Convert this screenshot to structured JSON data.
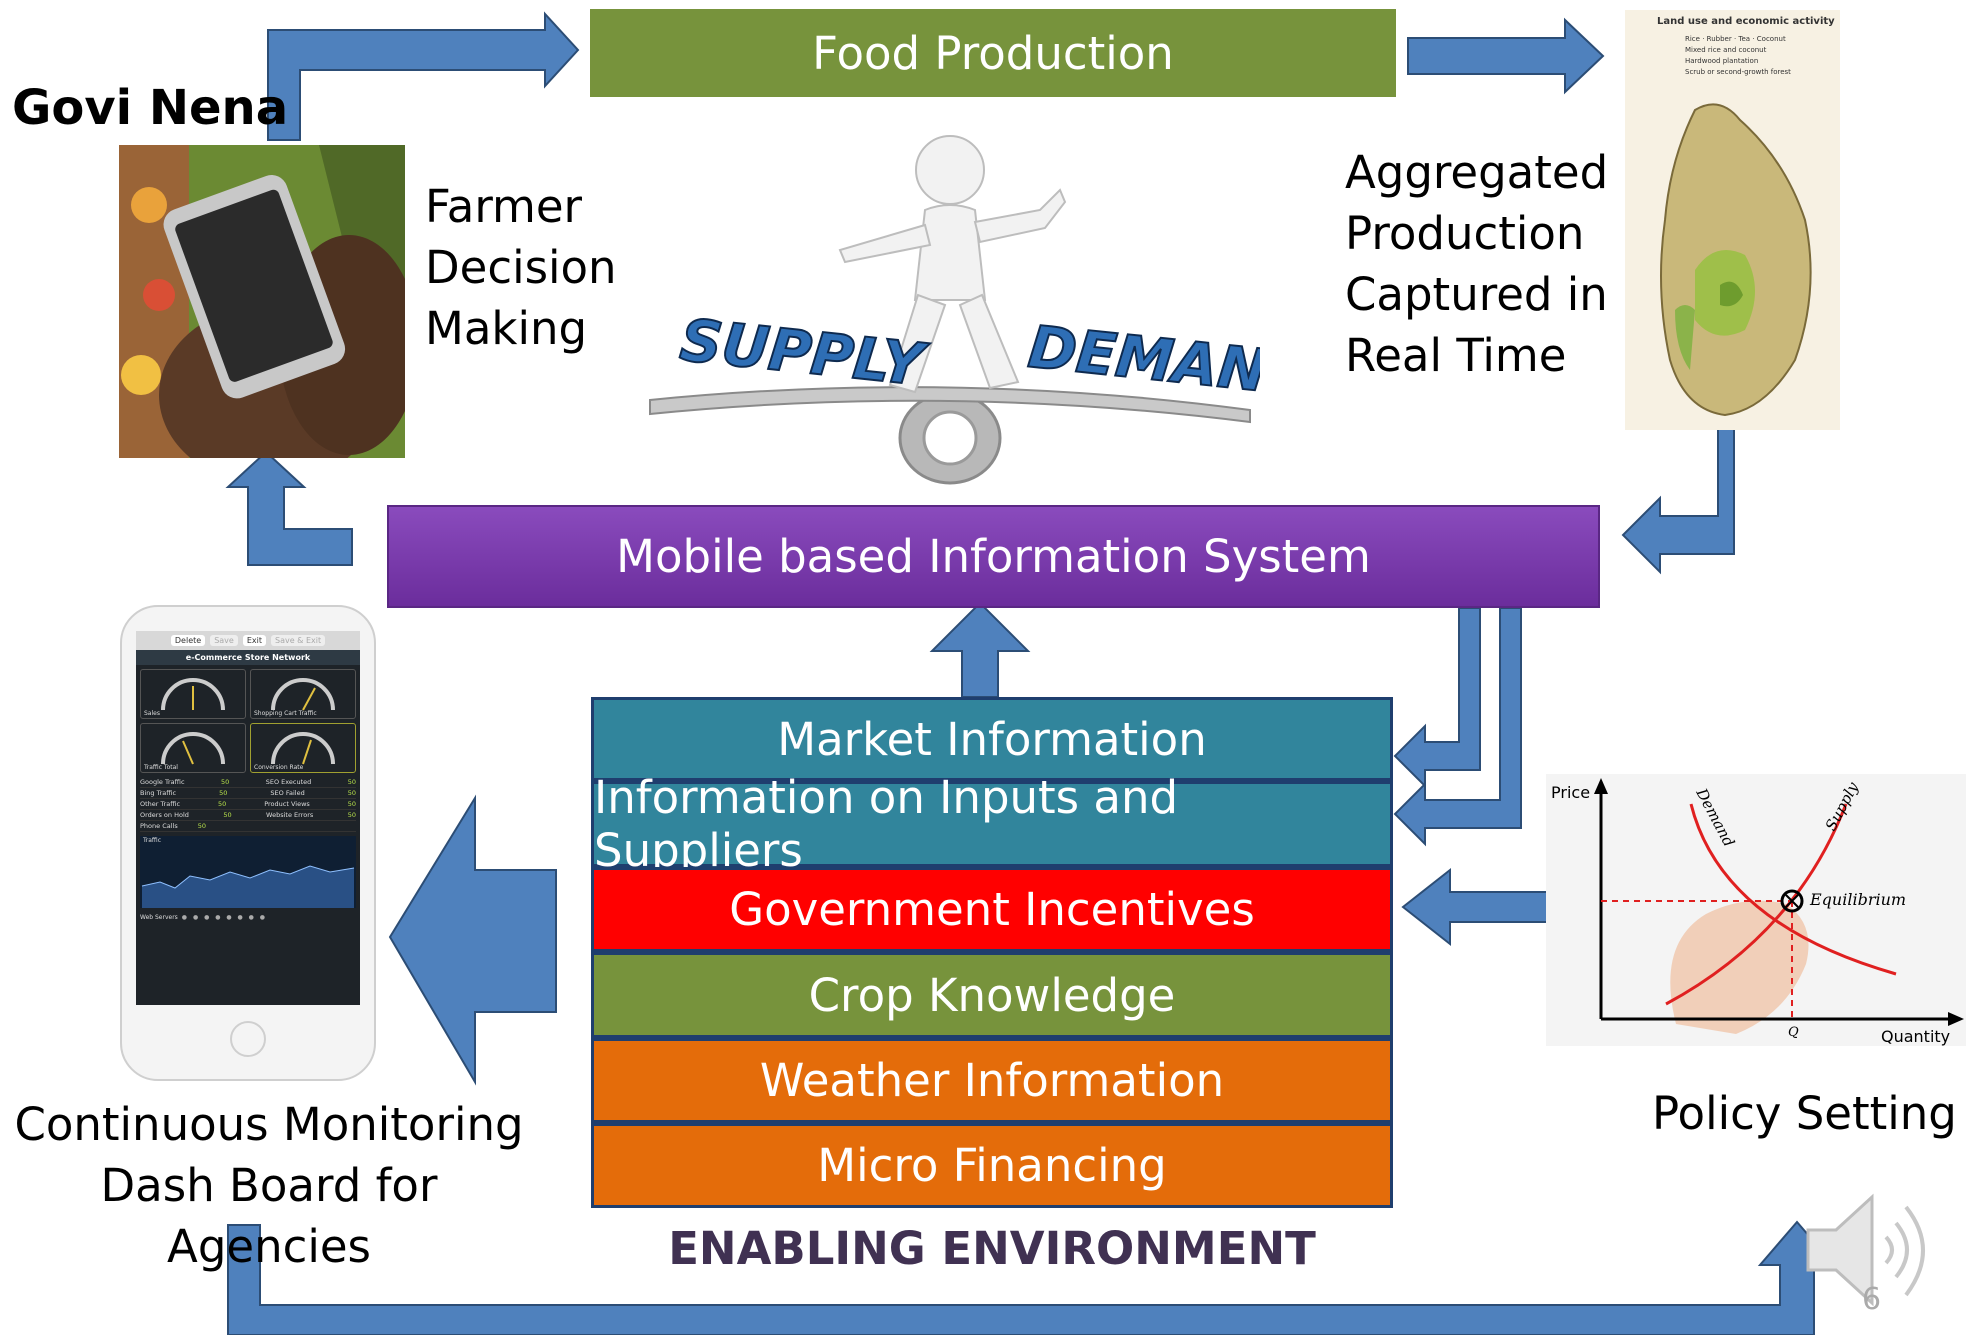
{
  "header": {
    "title": "Govi Nena"
  },
  "top_banner": {
    "label": "Food Production",
    "color": "#77933c"
  },
  "center_banner": {
    "label": "Mobile based Information System",
    "color": "#7030a0"
  },
  "labels": {
    "farmer": [
      "Farmer",
      "Decision",
      "Making"
    ],
    "aggregated": [
      "Aggregated",
      "Production",
      "Captured in",
      "Real Time"
    ],
    "monitoring": [
      "Continuous Monitoring",
      "Dash Board for Agencies"
    ],
    "policy": "Policy Setting",
    "enabling": "ENABLING ENVIRONMENT"
  },
  "seesaw": {
    "left": "SUPPLY",
    "right": "DEMAND"
  },
  "stack": [
    {
      "label": "Market  Information",
      "color": "#31859c"
    },
    {
      "label": "Information on Inputs and  Suppliers",
      "color": "#31859c"
    },
    {
      "label": "Government Incentives",
      "color": "#ff0000"
    },
    {
      "label": "Crop Knowledge",
      "color": "#77933c"
    },
    {
      "label": "Weather Information",
      "color": "#e46c0a"
    },
    {
      "label": "Micro Financing",
      "color": "#e46c0a"
    }
  ],
  "map": {
    "title": "Land use and economic activity",
    "legend": [
      "Rice",
      "Rubber",
      "Tea",
      "Coconut",
      "Mixed rice and coconut",
      "Hardwood plantation",
      "Scrub or second-growth forest"
    ]
  },
  "phone": {
    "toolbar": [
      "Delete",
      "Save",
      "Exit",
      "Save & Exit"
    ],
    "title": "e-Commerce Store Network",
    "gauges": [
      "Sales",
      "Shopping Cart Traffic",
      "Traffic Total",
      "Conversion Rate"
    ],
    "rows": [
      [
        "Google Traffic",
        "50"
      ],
      [
        "SEO Executed",
        "50"
      ],
      [
        "Bing Traffic",
        "50"
      ],
      [
        "SEO Failed",
        "50"
      ],
      [
        "Other Traffic",
        "50"
      ],
      [
        "Product Views",
        "50"
      ],
      [
        "Orders on Hold",
        "50"
      ],
      [
        "Website Errors",
        "50"
      ],
      [
        "Phone Calls",
        "50"
      ]
    ],
    "traffic_label": "Traffic",
    "servers_label": "Web Servers"
  },
  "econ_chart": {
    "price": "Price",
    "quantity": "Quantity",
    "demand": "Demand",
    "supply": "Supply",
    "equilibrium": "Equilibrium",
    "q": "Q"
  },
  "slide_number": "6",
  "colors": {
    "arrow_fill": "#4f81bd",
    "arrow_stroke": "#2c4d75",
    "enabling_text": "#403152"
  },
  "icons": [
    "speaker-icon"
  ]
}
